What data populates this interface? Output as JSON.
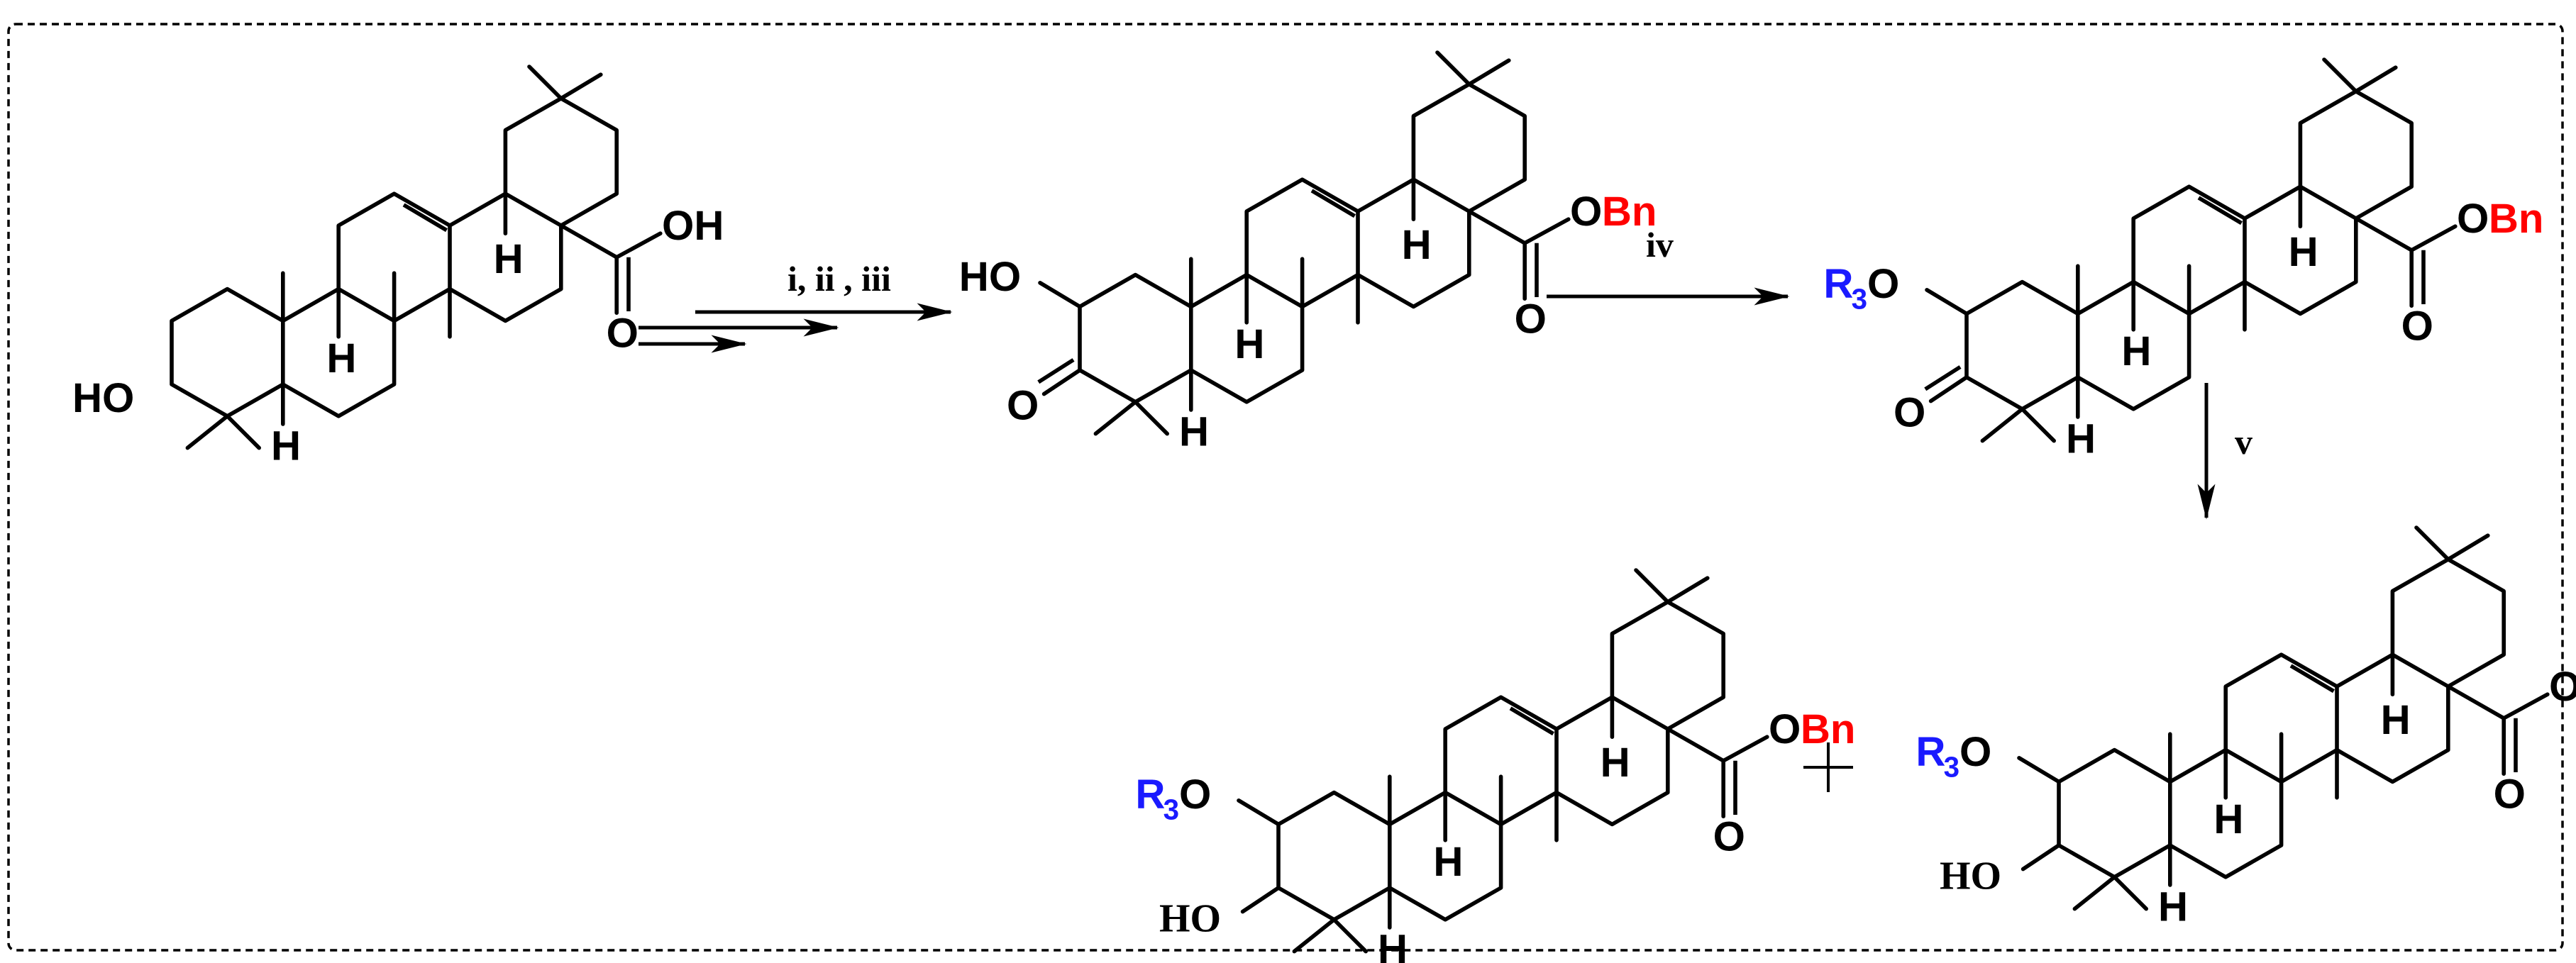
{
  "colors": {
    "ink": "#000000",
    "r3": "#1a1aff",
    "bn": "#ff0000"
  },
  "steps": {
    "step1": "i, ii , iii",
    "step2": "iv",
    "step3": "v"
  },
  "labels": {
    "H": "H",
    "O": "O",
    "OH": "OH",
    "HO": "HO",
    "OBn_O": "O",
    "Bn": "Bn",
    "R": "R",
    "R_sub": "3",
    "plus": "+"
  }
}
